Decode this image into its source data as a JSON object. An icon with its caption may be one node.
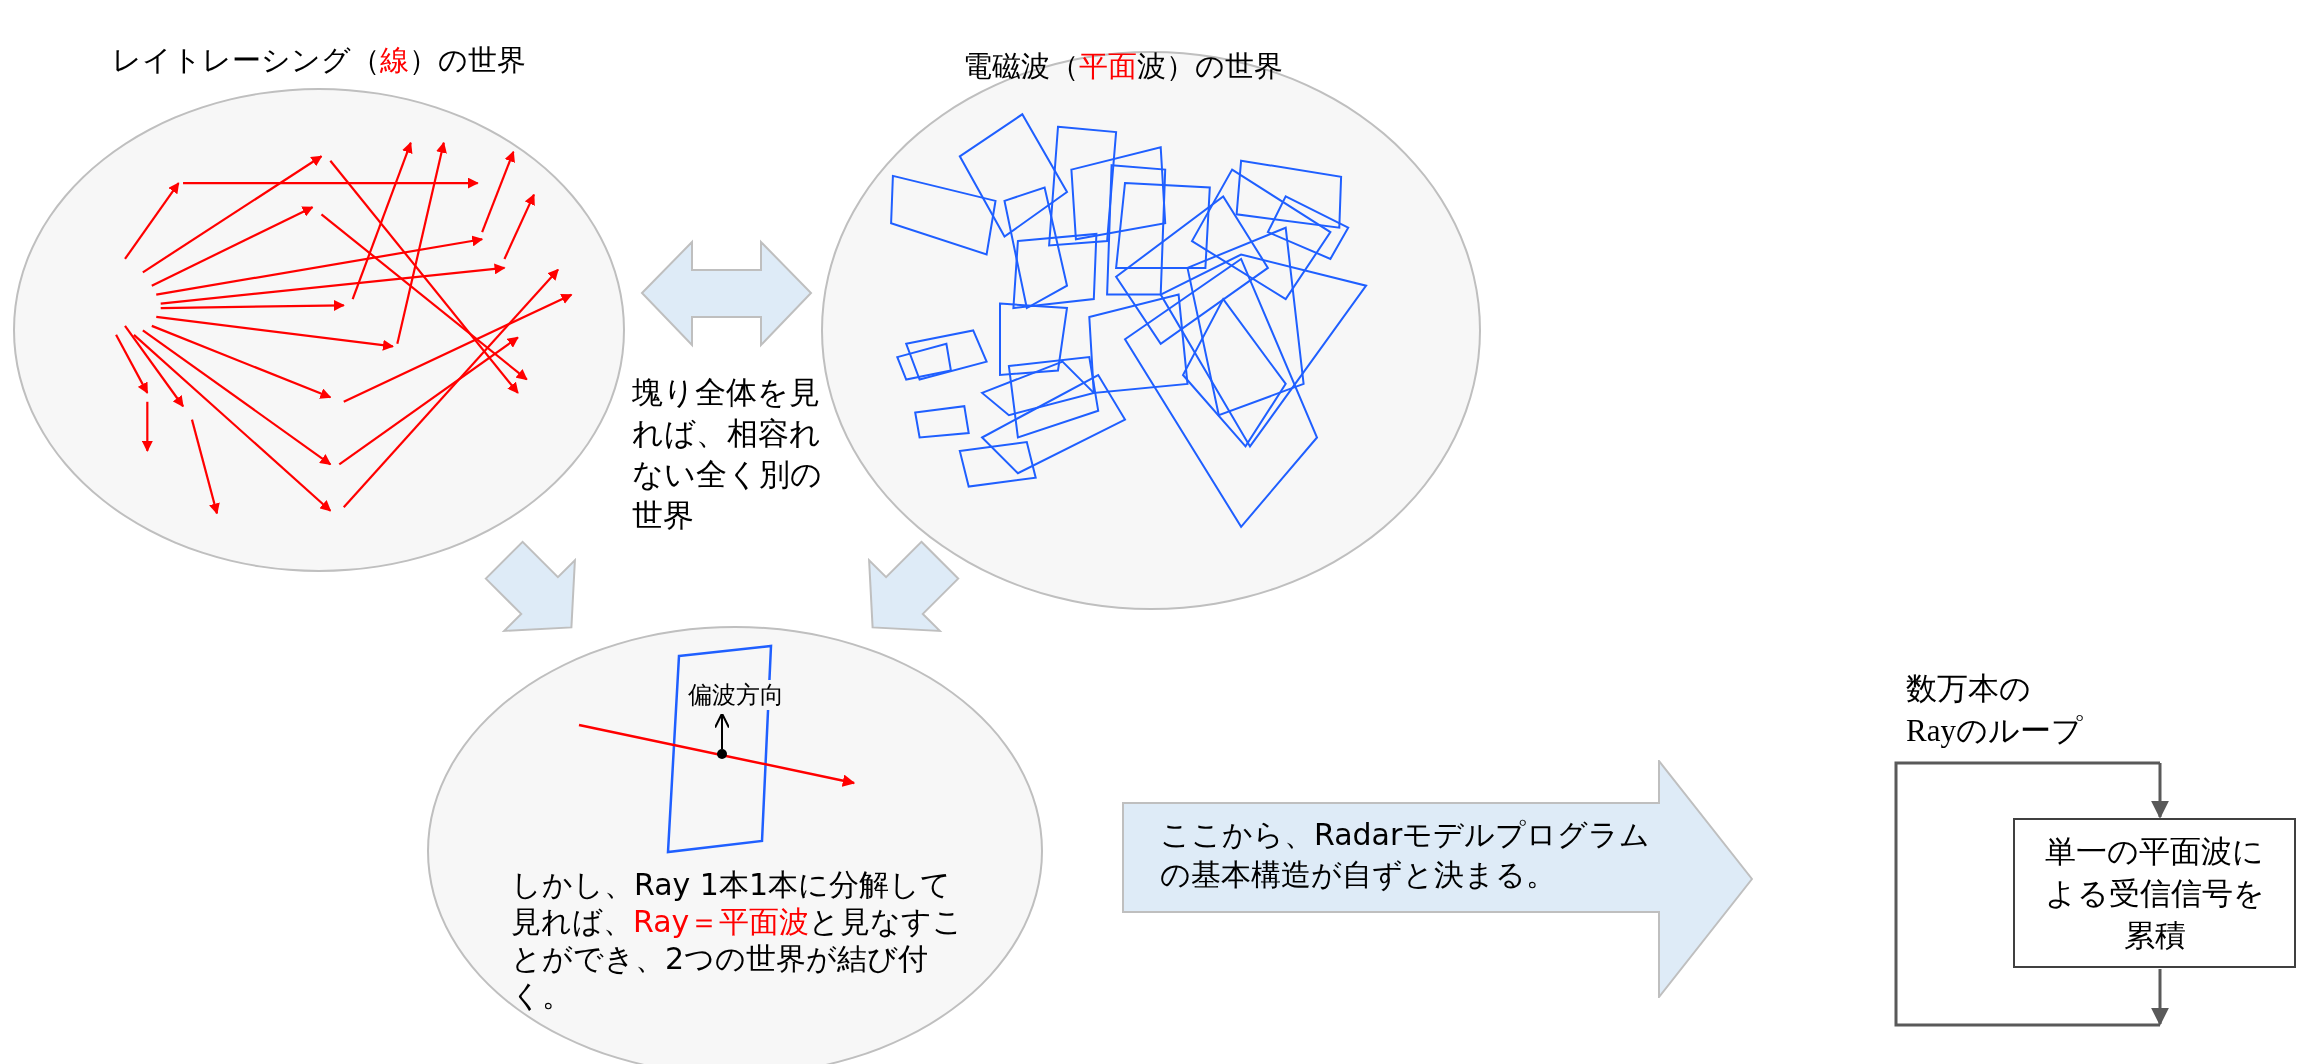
{
  "diagram": {
    "nodes": [
      {
        "text": [
          "レイトレーシング（**線**）の世界"
        ]
      },
      {
        "text": [
          "電磁波（**平面**波）の世界"
        ]
      },
      {
        "text": [
          "しかし、Ray 1本1本に分解して見れば、**Ray＝平面波**と見なすことができ、2つの世界が結び付く。"
        ]
      },
      {
        "text": [
          "ここから、Radarモデルプログラムの基本構造が自ずと決まる。"
        ]
      },
      {
        "text": [
          "単一の平面波による受信信号を累積"
        ]
      }
    ],
    "edges": [
      {
        "from": 0,
        "to": 1,
        "arrow": "both"
      },
      {
        "from": 0,
        "to": 2,
        "arrow": "to"
      },
      {
        "from": 1,
        "to": 2,
        "arrow": "to"
      },
      {
        "from": null,
        "to": 4,
        "arrow": "to"
      },
      {
        "from": 4,
        "to": null,
        "arrow": "to"
      }
    ],
    "labels": [
      "塊り全体を見れば、相容れない全く別の世界",
      "偏波方向",
      "数万本の Rayのループ"
    ]
  }
}
